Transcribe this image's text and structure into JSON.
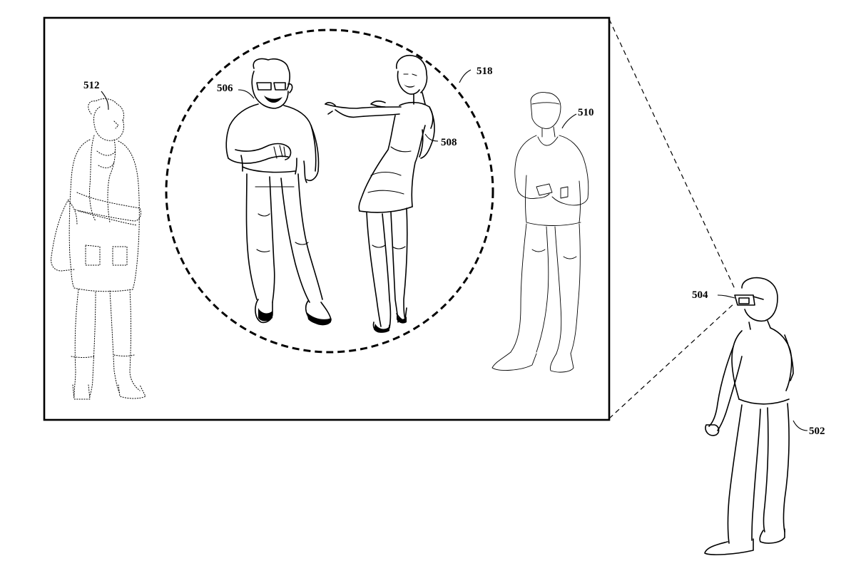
{
  "labels": {
    "user": "502",
    "device": "504",
    "person_laughing": "506",
    "person_pointing": "508",
    "person_phone": "510",
    "person_standing": "512",
    "focus_region": "518"
  }
}
